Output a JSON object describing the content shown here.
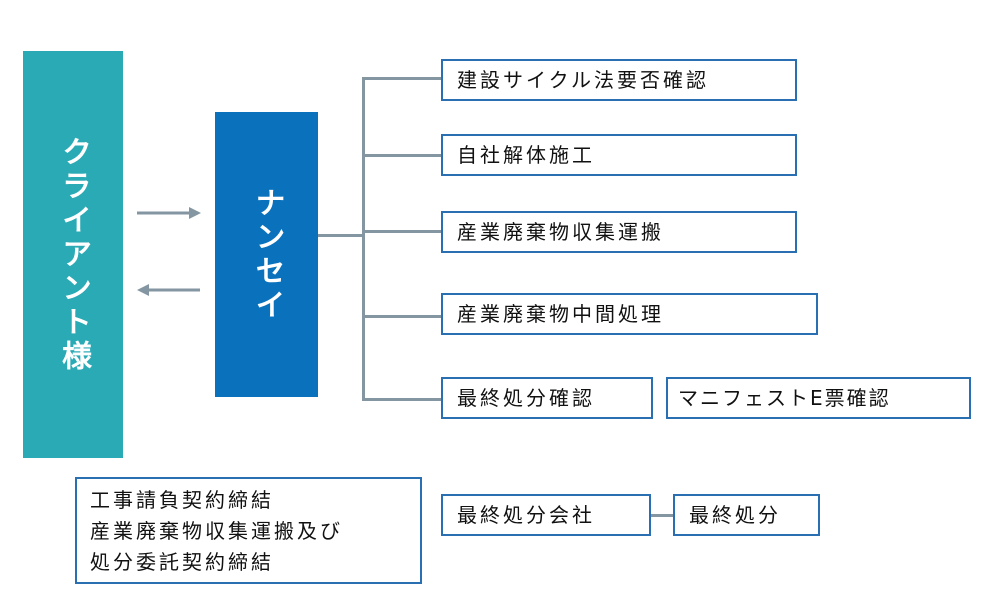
{
  "colors": {
    "client_fill": "#2aaab5",
    "company_fill": "#0a72bc",
    "box_border": "#2b6fb3",
    "connector": "#8596a3"
  },
  "client": {
    "label": "クライアント様"
  },
  "company": {
    "label": "ナンセイ"
  },
  "arrows": {
    "to_company_icon": "arrow-right-icon",
    "to_client_icon": "arrow-left-icon"
  },
  "services": {
    "recycle_check": "建設サイクル法要否確認",
    "self_demolition": "自社解体施工",
    "waste_transport": "産業廃棄物収集運搬",
    "waste_processing": "産業廃棄物中間処理",
    "final_disposal_check": "最終処分確認",
    "manifest_check": "マニフェストE票確認"
  },
  "contracts": {
    "lines": [
      "工事請負契約締結",
      "産業廃棄物収集運搬及び",
      "処分委託契約締結"
    ]
  },
  "disposal": {
    "company": "最終処分会社",
    "result": "最終処分"
  }
}
